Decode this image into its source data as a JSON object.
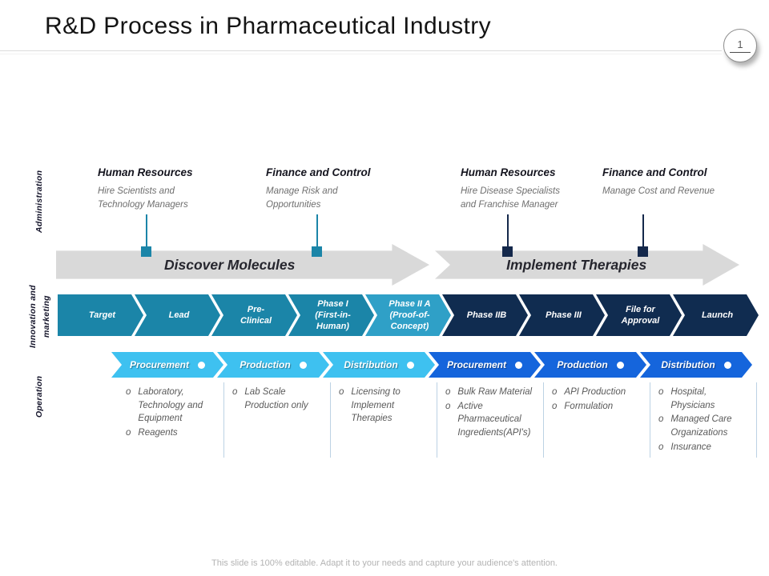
{
  "page": {
    "title": "R&D Process in Pharmaceutical Industry",
    "page_number": "1",
    "footer": "This slide is 100% editable. Adapt it to your needs and capture your audience's attention.",
    "bullet_marker": "o"
  },
  "palette": {
    "teal": "#1B85A8",
    "teal_light": "#2FA0C7",
    "navy": "#102C50",
    "sky": "#3EC1F0",
    "royal": "#1565DC",
    "arrow_gray": "#D9D9D9"
  },
  "administration": {
    "label": "Administration",
    "items": [
      {
        "title": "Human Resources",
        "subtitle": "Hire Scientists and\nTechnology Managers",
        "connector_color": "#1B85A8"
      },
      {
        "title": "Finance and Control",
        "subtitle": "Manage Risk and\nOpportunities",
        "connector_color": "#1B85A8"
      },
      {
        "title": "Human Resources",
        "subtitle": "Hire Disease Specialists\nand Franchise Manager",
        "connector_color": "#14284B"
      },
      {
        "title": "Finance and Control",
        "subtitle": "Manage Cost and Revenue",
        "connector_color": "#14284B"
      }
    ]
  },
  "timeline": {
    "arrows": [
      {
        "label": "Discover Molecules"
      },
      {
        "label": "Implement Therapies"
      }
    ]
  },
  "innovation": {
    "label": "Innovation and\nmarketing",
    "phases": [
      {
        "label": "Target",
        "color": "#1B85A8"
      },
      {
        "label": "Lead",
        "color": "#1B85A8"
      },
      {
        "label": "Pre-\nClinical",
        "color": "#1B85A8"
      },
      {
        "label": "Phase I\n(First-in-\nHuman)",
        "color": "#1B85A8"
      },
      {
        "label": "Phase II A\n(Proof-of-\nConcept)",
        "color": "#2FA0C7"
      },
      {
        "label": "Phase IIB",
        "color": "#102C50"
      },
      {
        "label": "Phase III",
        "color": "#102C50"
      },
      {
        "label": "File for\nApproval",
        "color": "#102C50"
      },
      {
        "label": "Launch",
        "color": "#102C50"
      }
    ]
  },
  "operation": {
    "label": "Operation",
    "stages": [
      {
        "label": "Procurement",
        "color": "#3EC1F0",
        "bullets": [
          "Laboratory,\nTechnology and\nEquipment",
          "Reagents"
        ]
      },
      {
        "label": "Production",
        "color": "#3EC1F0",
        "bullets": [
          "Lab Scale\nProduction only"
        ]
      },
      {
        "label": "Distribution",
        "color": "#3EC1F0",
        "bullets": [
          "Licensing to\nImplement\nTherapies"
        ]
      },
      {
        "label": "Procurement",
        "color": "#1565DC",
        "bullets": [
          "Bulk Raw Material",
          "Active\nPharmaceutical\nIngredients(API's)"
        ]
      },
      {
        "label": "Production",
        "color": "#1565DC",
        "bullets": [
          "API Production",
          "Formulation"
        ]
      },
      {
        "label": "Distribution",
        "color": "#1565DC",
        "bullets": [
          "Hospital,\nPhysicians",
          "Managed Care\nOrganizations",
          "Insurance"
        ]
      }
    ]
  }
}
